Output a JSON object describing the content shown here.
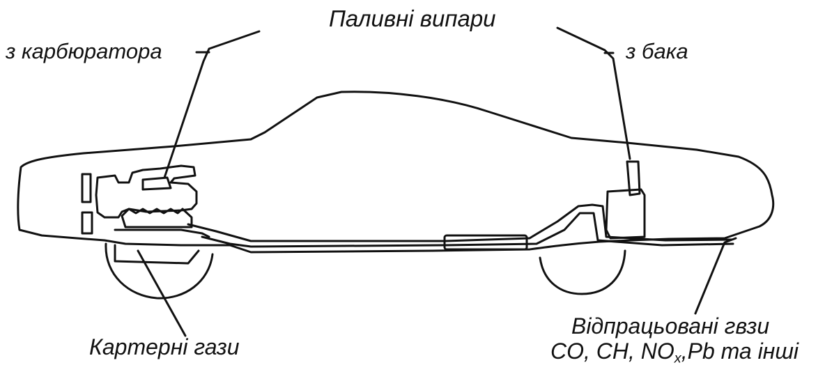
{
  "labels": {
    "fuel_vapors": "Паливні випари",
    "from_carburetor": "з карбюратора",
    "from_tank": "з бака",
    "crankcase_gases": "Картерні гази",
    "exhaust_line1": "Відпрацьовані гвзи",
    "exhaust_line2_pre": "CO, CH, NO",
    "exhaust_line2_sub": "x",
    "exhaust_line2_post": ",Pb та інші"
  },
  "colors": {
    "ink": "#111111",
    "background": "#ffffff"
  }
}
